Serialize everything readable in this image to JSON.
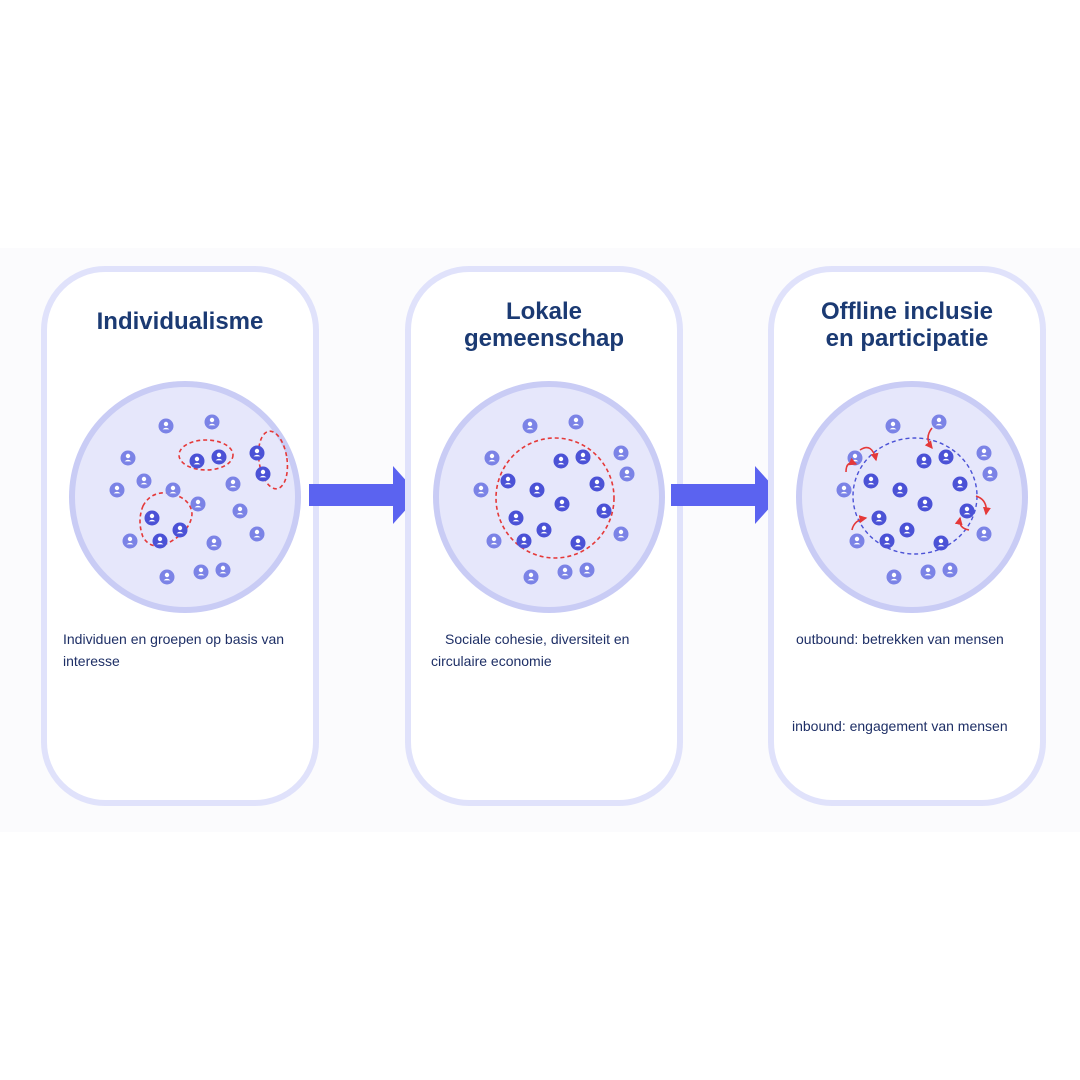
{
  "panels": [
    {
      "title_line1": "Individualisme",
      "title_line2": "",
      "caption_line1": "Individuen en groepen op basis van",
      "caption_line2": "interesse"
    },
    {
      "title_line1": "Lokale",
      "title_line2": "gemeenschap",
      "caption_line1": "Sociale cohesie, diversiteit en",
      "caption_line2": "circulaire economie"
    },
    {
      "title_line1": "Offline inclusie",
      "title_line2": "en participatie",
      "caption_line1": "outbound: betrekken van mensen",
      "caption_line2": "inbound: engagement van mensen"
    }
  ],
  "colors": {
    "title": "#1b3a73",
    "caption": "#1e2f66",
    "panel_border": "#e0e2fb",
    "circle_fill": "#e6e7fb",
    "circle_border": "#c9ccf5",
    "person_light": "#7b83e6",
    "person_dark": "#4b52d6",
    "arrow": "#5b63f0",
    "group_outline_red": "#e53939",
    "group_outline_blue": "#4b52d6"
  },
  "icons": [
    "person-icon",
    "right-arrow-icon",
    "curved-arrow-icon"
  ]
}
